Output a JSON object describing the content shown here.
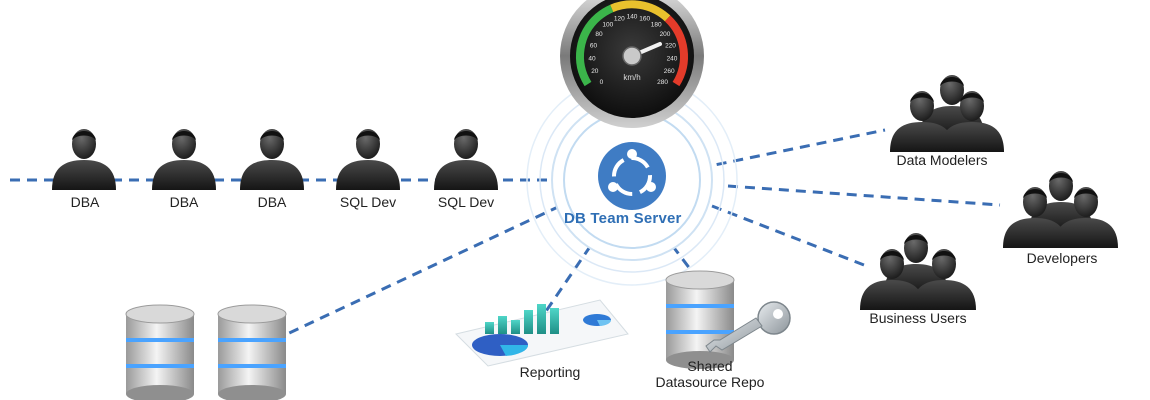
{
  "server": {
    "title": "DB Team Server",
    "icon": "team-server-icon",
    "accent": "#3f7cc4"
  },
  "speedometer": {
    "unit": "km/h",
    "ticks": [
      "0",
      "20",
      "40",
      "60",
      "80",
      "100",
      "120",
      "140",
      "160",
      "180",
      "200",
      "220",
      "240",
      "260",
      "280"
    ]
  },
  "team_row": {
    "members": [
      {
        "label": "DBA"
      },
      {
        "label": "DBA"
      },
      {
        "label": "DBA"
      },
      {
        "label": "SQL Dev"
      },
      {
        "label": "SQL Dev"
      }
    ]
  },
  "groups": {
    "data_modelers": "Data Modelers",
    "developers": "Developers",
    "business_users": "Business Users"
  },
  "bottom": {
    "reporting": "Reporting",
    "shared_repo_line1": "Shared",
    "shared_repo_line2": "Datasource Repo"
  },
  "colors": {
    "connector": "#3a6db3",
    "person": "#2b2b2b",
    "database_stripe": "#4aa3ff"
  }
}
